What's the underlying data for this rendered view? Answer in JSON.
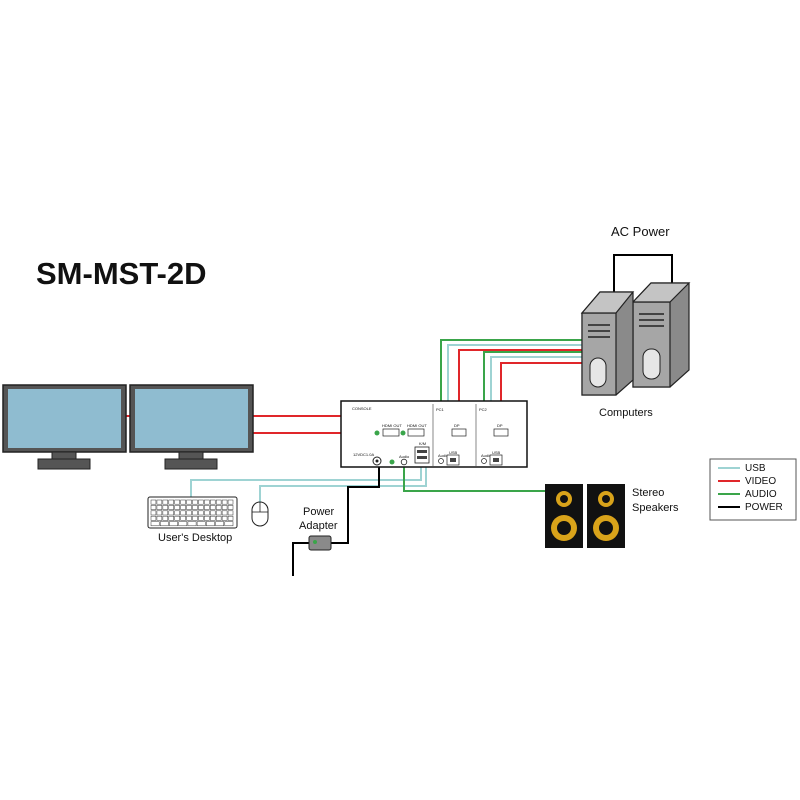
{
  "title": "SM-MST-2D",
  "labels": {
    "ac_power": "AC Power",
    "computers": "Computers",
    "stereo_line1": "Stereo",
    "stereo_line2": "Speakers",
    "power_line1": "Power",
    "power_line2": "Adapter",
    "desktop": "User's Desktop"
  },
  "kvm": {
    "console": "CONSOLE",
    "hdmi_out_1": "HDMI OUT",
    "hdmi_out_2": "HDMI OUT",
    "dc_in": "12VDC1.0A",
    "audio": "Audio",
    "usb": "K/M",
    "dp_1": "DP",
    "dp_2": "DP",
    "audio_1": "Audio",
    "audio_2": "Audio",
    "usb_1": "USB",
    "usb_2": "USB",
    "port_1": "PC1",
    "port_2": "PC2"
  },
  "legend": {
    "items": [
      {
        "label": "USB",
        "color": "#9ed3d3"
      },
      {
        "label": "VIDEO",
        "color": "#e0262a"
      },
      {
        "label": "AUDIO",
        "color": "#3aa54a"
      },
      {
        "label": "POWER",
        "color": "#000000"
      }
    ]
  },
  "colors": {
    "usb": "#9ed3d3",
    "video": "#e0262a",
    "audio": "#3aa54a",
    "power": "#000000",
    "monitor_screen": "#8fbcd0",
    "computer_body": "#a6a6a6",
    "speaker_cone": "#d9a31a"
  }
}
